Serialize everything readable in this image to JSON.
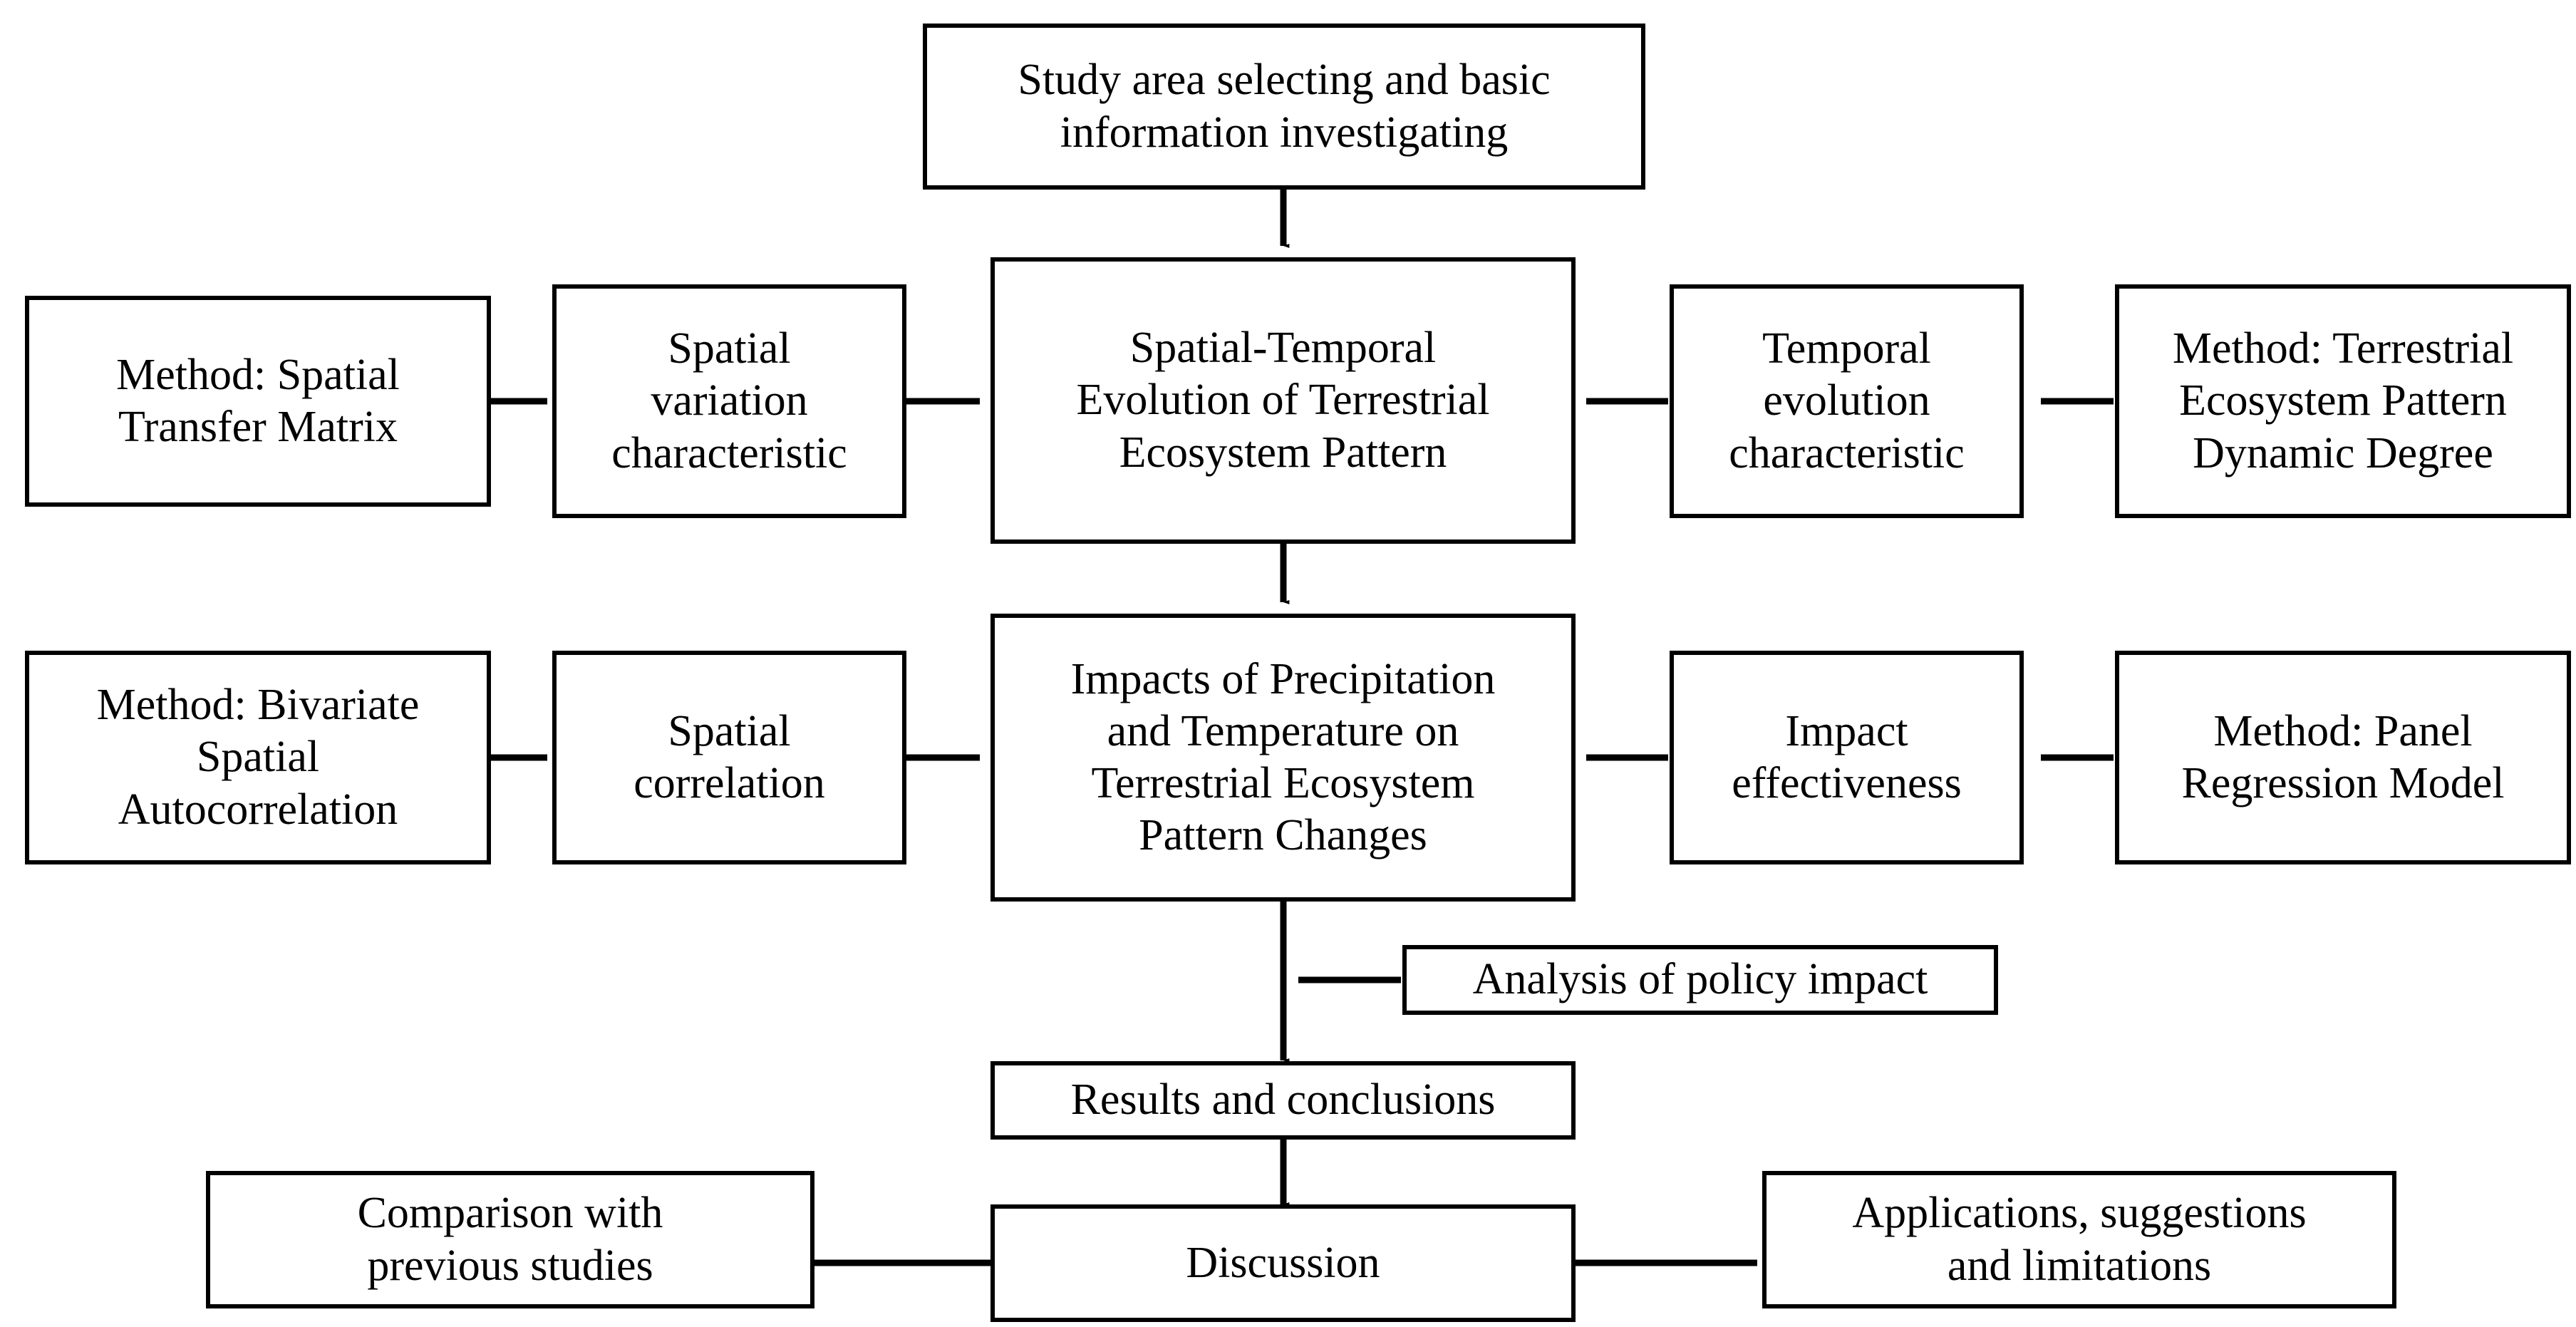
{
  "diagram": {
    "title": "Research framework flowchart",
    "stroke_color": "#000000",
    "background_color": "#ffffff",
    "nodes": [
      {
        "id": "study-area",
        "label": "Study area selecting and basic\ninformation investigating"
      },
      {
        "id": "method-spatial-transfer",
        "label": "Method: Spatial\nTransfer Matrix"
      },
      {
        "id": "spatial-variation",
        "label": "Spatial\nvariation\ncharacteristic"
      },
      {
        "id": "spatial-temporal",
        "label": "Spatial-Temporal\nEvolution of Terrestrial\nEcosystem Pattern"
      },
      {
        "id": "temporal-evolution",
        "label": "Temporal\nevolution\ncharacteristic"
      },
      {
        "id": "method-dynamic-degree",
        "label": "Method: Terrestrial\nEcosystem Pattern\nDynamic Degree"
      },
      {
        "id": "method-bivariate",
        "label": "Method: Bivariate\nSpatial\nAutocorrelation"
      },
      {
        "id": "spatial-correlation",
        "label": "Spatial\ncorrelation"
      },
      {
        "id": "impacts-precip-temp",
        "label": "Impacts of Precipitation\nand Temperature on\nTerrestrial Ecosystem\nPattern Changes"
      },
      {
        "id": "impact-effectiveness",
        "label": "Impact\neffectiveness"
      },
      {
        "id": "method-panel-regression",
        "label": "Method: Panel\nRegression Model"
      },
      {
        "id": "policy-impact",
        "label": "Analysis of policy impact"
      },
      {
        "id": "results-conclusions",
        "label": "Results and conclusions"
      },
      {
        "id": "discussion",
        "label": "Discussion"
      },
      {
        "id": "comparison-previous",
        "label": "Comparison with\nprevious studies"
      },
      {
        "id": "applications",
        "label": "Applications, suggestions\nand limitations"
      }
    ],
    "edges": [
      {
        "from": "study-area",
        "to": "spatial-temporal",
        "direction": "down"
      },
      {
        "from": "method-spatial-transfer",
        "to": "spatial-variation",
        "direction": "right"
      },
      {
        "from": "spatial-variation",
        "to": "spatial-temporal",
        "direction": "right"
      },
      {
        "from": "method-dynamic-degree",
        "to": "temporal-evolution",
        "direction": "left"
      },
      {
        "from": "temporal-evolution",
        "to": "spatial-temporal",
        "direction": "left"
      },
      {
        "from": "spatial-temporal",
        "to": "impacts-precip-temp",
        "direction": "down"
      },
      {
        "from": "method-bivariate",
        "to": "spatial-correlation",
        "direction": "right"
      },
      {
        "from": "spatial-correlation",
        "to": "impacts-precip-temp",
        "direction": "right"
      },
      {
        "from": "method-panel-regression",
        "to": "impact-effectiveness",
        "direction": "left"
      },
      {
        "from": "impact-effectiveness",
        "to": "impacts-precip-temp",
        "direction": "left"
      },
      {
        "from": "policy-impact",
        "to": "impacts-precip-temp-downline",
        "direction": "left"
      },
      {
        "from": "impacts-precip-temp",
        "to": "results-conclusions",
        "direction": "down"
      },
      {
        "from": "results-conclusions",
        "to": "discussion",
        "direction": "down"
      },
      {
        "from": "discussion",
        "to": "comparison-previous",
        "direction": "left"
      },
      {
        "from": "discussion",
        "to": "applications",
        "direction": "right"
      }
    ]
  }
}
